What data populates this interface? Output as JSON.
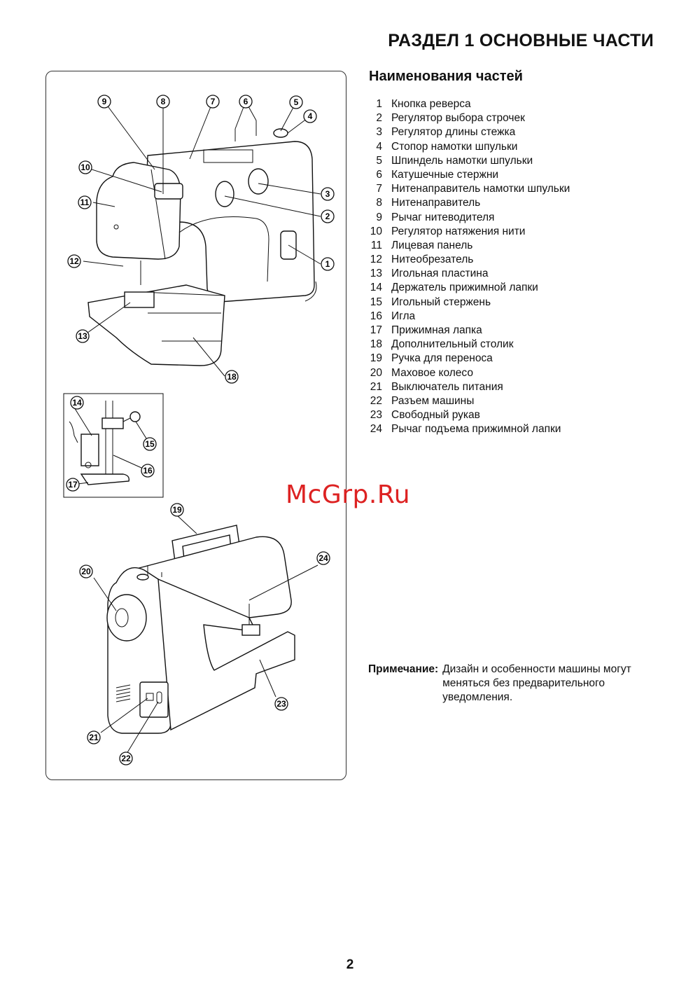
{
  "page": {
    "title": "РАЗДЕЛ 1 ОСНОВНЫЕ ЧАСТИ",
    "section_heading": "Наименования частей",
    "page_number": "2",
    "watermark": "McGrp.Ru"
  },
  "parts": [
    {
      "num": "1",
      "label": "Кнопка реверса"
    },
    {
      "num": "2",
      "label": "Регулятор выбора строчек"
    },
    {
      "num": "3",
      "label": "Регулятор длины стежка"
    },
    {
      "num": "4",
      "label": "Стопор намотки шпульки"
    },
    {
      "num": "5",
      "label": "Шпиндель намотки шпульки"
    },
    {
      "num": "6",
      "label": "Катушечные стержни"
    },
    {
      "num": "7",
      "label": "Нитенаправитель намотки шпульки"
    },
    {
      "num": "8",
      "label": "Нитенаправитель"
    },
    {
      "num": "9",
      "label": "Рычаг нитеводителя"
    },
    {
      "num": "10",
      "label": "Регулятор натяжения нити"
    },
    {
      "num": "11",
      "label": "Лицевая панель"
    },
    {
      "num": "12",
      "label": "Нитеобрезатель"
    },
    {
      "num": "13",
      "label": "Игольная пластина"
    },
    {
      "num": "14",
      "label": "Держатель прижимной лапки"
    },
    {
      "num": "15",
      "label": "Игольный стержень"
    },
    {
      "num": "16",
      "label": "Игла"
    },
    {
      "num": "17",
      "label": "Прижимная лапка"
    },
    {
      "num": "18",
      "label": "Дополнительный столик"
    },
    {
      "num": "19",
      "label": "Ручка для переноса"
    },
    {
      "num": "20",
      "label": "Маховое колесо"
    },
    {
      "num": "21",
      "label": "Выключатель питания"
    },
    {
      "num": "22",
      "label": "Разъем машины"
    },
    {
      "num": "23",
      "label": "Свободный рукав"
    },
    {
      "num": "24",
      "label": "Рычаг подъема прижимной лапки"
    }
  ],
  "note": {
    "label": "Примечание:",
    "text": "Дизайн и особенности машины могут меняться без предварительного уведомления."
  },
  "callouts": [
    "9",
    "8",
    "7",
    "6",
    "5",
    "4",
    "10",
    "3",
    "11",
    "2",
    "12",
    "1",
    "13",
    "18",
    "14",
    "15",
    "16",
    "17",
    "19",
    "24",
    "20",
    "23",
    "21",
    "22"
  ]
}
